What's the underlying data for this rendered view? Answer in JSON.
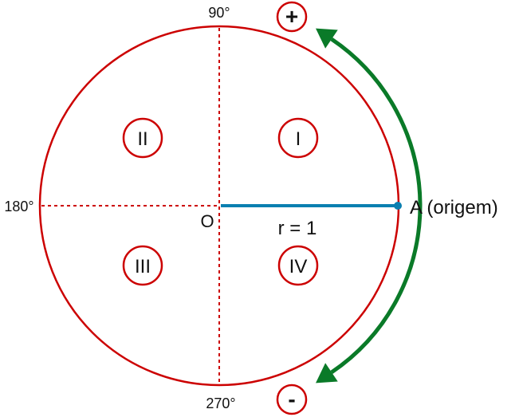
{
  "angles": {
    "top": "90°",
    "left": "180°",
    "bottom": "270°"
  },
  "origin_label": "O",
  "radius_label": "r = 1",
  "point_label": "A (origem)",
  "quadrants": [
    "I",
    "II",
    "III",
    "IV"
  ],
  "direction_signs": {
    "positive": "+",
    "negative": "-"
  },
  "colors": {
    "circle": "#cc0000",
    "radius": "#0a7fb0",
    "arrow": "#0a7a28",
    "text": "#111111"
  }
}
